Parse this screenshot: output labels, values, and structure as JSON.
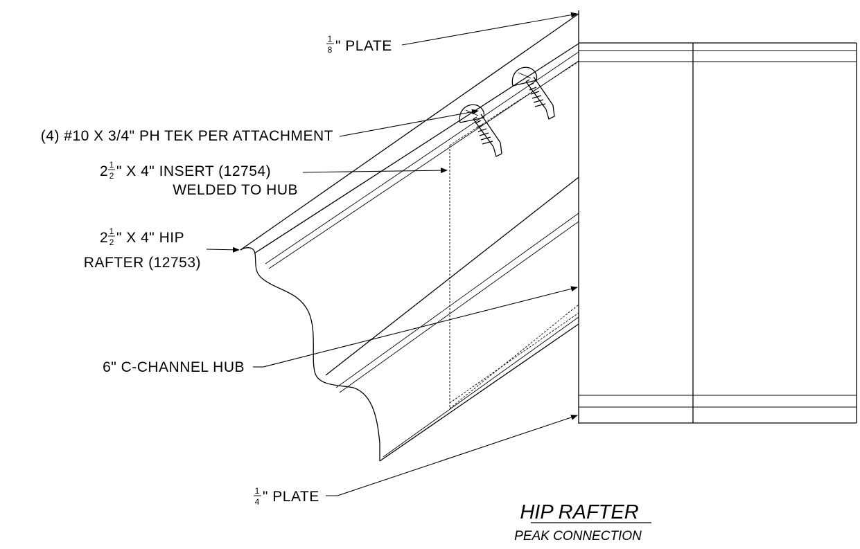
{
  "labels": {
    "top_plate": {
      "frac_num": "1",
      "frac_den": "8",
      "text": "\" PLATE"
    },
    "screws": "(4) #10 X 3/4\" PH TEK PER ATTACHMENT",
    "insert": {
      "prefix": "2",
      "frac_num": "1",
      "frac_den": "2",
      "line1": "\" X 4\" INSERT (12754)",
      "line2": "WELDED TO HUB"
    },
    "rafter": {
      "prefix": "2",
      "frac_num": "1",
      "frac_den": "2",
      "line1": "\" X 4\" HIP",
      "line2": "RAFTER (12753)"
    },
    "hub": "6\" C-CHANNEL HUB",
    "bottom_plate": {
      "frac_num": "1",
      "frac_den": "4",
      "text": "\" PLATE"
    }
  },
  "title": {
    "main": "HIP RAFTER",
    "sub": "PEAK CONNECTION"
  }
}
